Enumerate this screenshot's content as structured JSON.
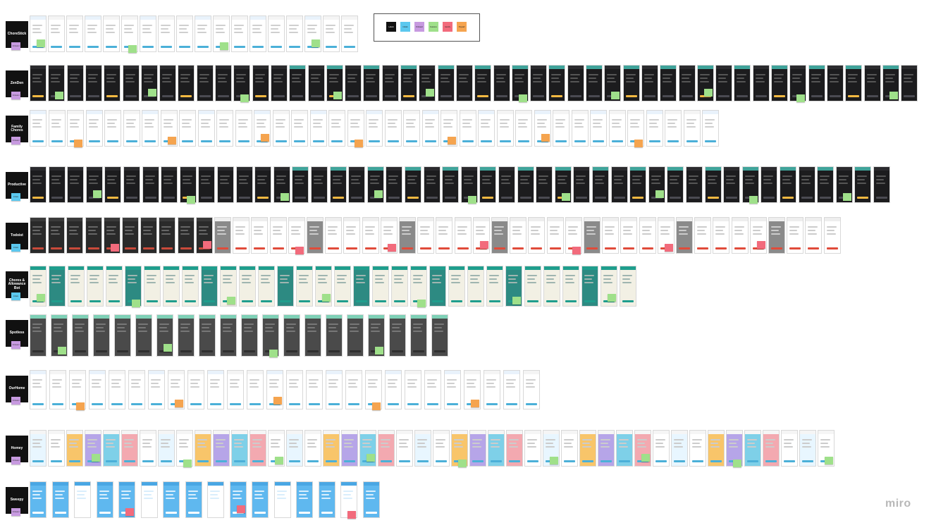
{
  "board": {
    "logo": "miro",
    "legend": [
      {
        "label": "Labels",
        "color": "#111111"
      },
      {
        "label": "Initials",
        "color": "#5bc8ef"
      },
      {
        "label": "Onboard",
        "color": "#c79ae0"
      },
      {
        "label": "Features",
        "color": "#9fe08a"
      },
      {
        "label": "Gamify",
        "color": "#f26b7c"
      },
      {
        "label": "Paywall",
        "color": "#f5a44f"
      }
    ],
    "rows": [
      {
        "name": "ChoreStick",
        "tag": "Onboard",
        "tag_color": "#c79ae0",
        "theme": "light"
      },
      {
        "name": "ZenDen",
        "tag": "Onboard",
        "tag_color": "#c79ae0",
        "theme": "dark"
      },
      {
        "name": "Family Chores",
        "tag": "Onboard",
        "tag_color": "#c79ae0",
        "theme": "light"
      },
      {
        "name": "Productive",
        "tag": "Initials",
        "tag_color": "#5bc8ef",
        "theme": "dark"
      },
      {
        "name": "Todoist",
        "tag": "Initials",
        "tag_color": "#5bc8ef",
        "theme": "mixed"
      },
      {
        "name": "Chores & Allowance Bot",
        "tag": "Initials",
        "tag_color": "#5bc8ef",
        "theme": "teal"
      },
      {
        "name": "Spotless",
        "tag": "Onboard",
        "tag_color": "#c79ae0",
        "theme": "grey"
      },
      {
        "name": "OurHome",
        "tag": "Onboard",
        "tag_color": "#c79ae0",
        "theme": "light"
      },
      {
        "name": "Homey",
        "tag": "Onboard",
        "tag_color": "#c79ae0",
        "theme": "colorful"
      },
      {
        "name": "Sweepy",
        "tag": "Onboard",
        "tag_color": "#c79ae0",
        "theme": "blue"
      }
    ]
  }
}
